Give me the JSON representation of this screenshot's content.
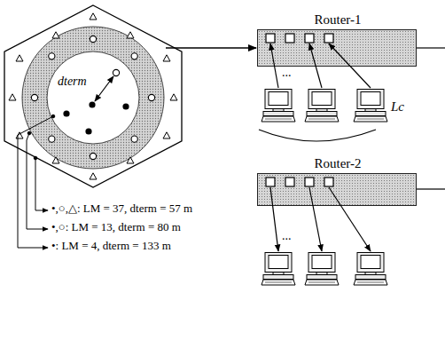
{
  "diagram": {
    "nodes": [
      {
        "text": [
          "dterm"
        ]
      },
      {
        "text": [
          "Router-1"
        ]
      },
      {
        "text": [
          "Router-2"
        ]
      }
    ],
    "edges": [
      {
        "from": 0,
        "to": 1,
        "arrow": "to"
      }
    ],
    "labels": [
      "...",
      "Lc",
      "•,○,△: LM = 37, dterm = 57 m",
      "•,○: LM = 13, dterm = 80 m",
      "•: LM = 4, dterm = 133 m",
      "..."
    ]
  }
}
